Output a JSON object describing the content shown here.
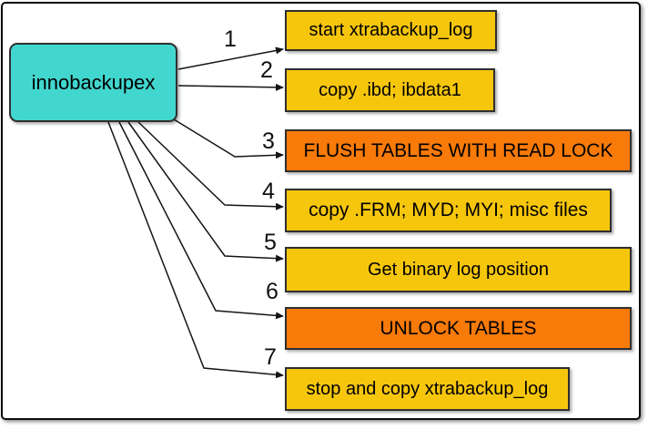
{
  "diagram": {
    "source": {
      "label": "innobackupex",
      "color": "#41d6ce"
    },
    "colors": {
      "yellow": "#f6c60d",
      "orange": "#f87a09"
    },
    "steps": [
      {
        "num": "1",
        "label": "start xtrabackup_log",
        "fill": "yellow"
      },
      {
        "num": "2",
        "label": "copy .ibd; ibdata1",
        "fill": "yellow"
      },
      {
        "num": "3",
        "label": "FLUSH TABLES WITH READ LOCK",
        "fill": "orange"
      },
      {
        "num": "4",
        "label": "copy .FRM; MYD; MYI; misc files",
        "fill": "yellow"
      },
      {
        "num": "5",
        "label": "Get binary log position",
        "fill": "yellow"
      },
      {
        "num": "6",
        "label": "UNLOCK TABLES",
        "fill": "orange"
      },
      {
        "num": "7",
        "label": "stop and copy xtrabackup_log",
        "fill": "yellow"
      }
    ]
  }
}
